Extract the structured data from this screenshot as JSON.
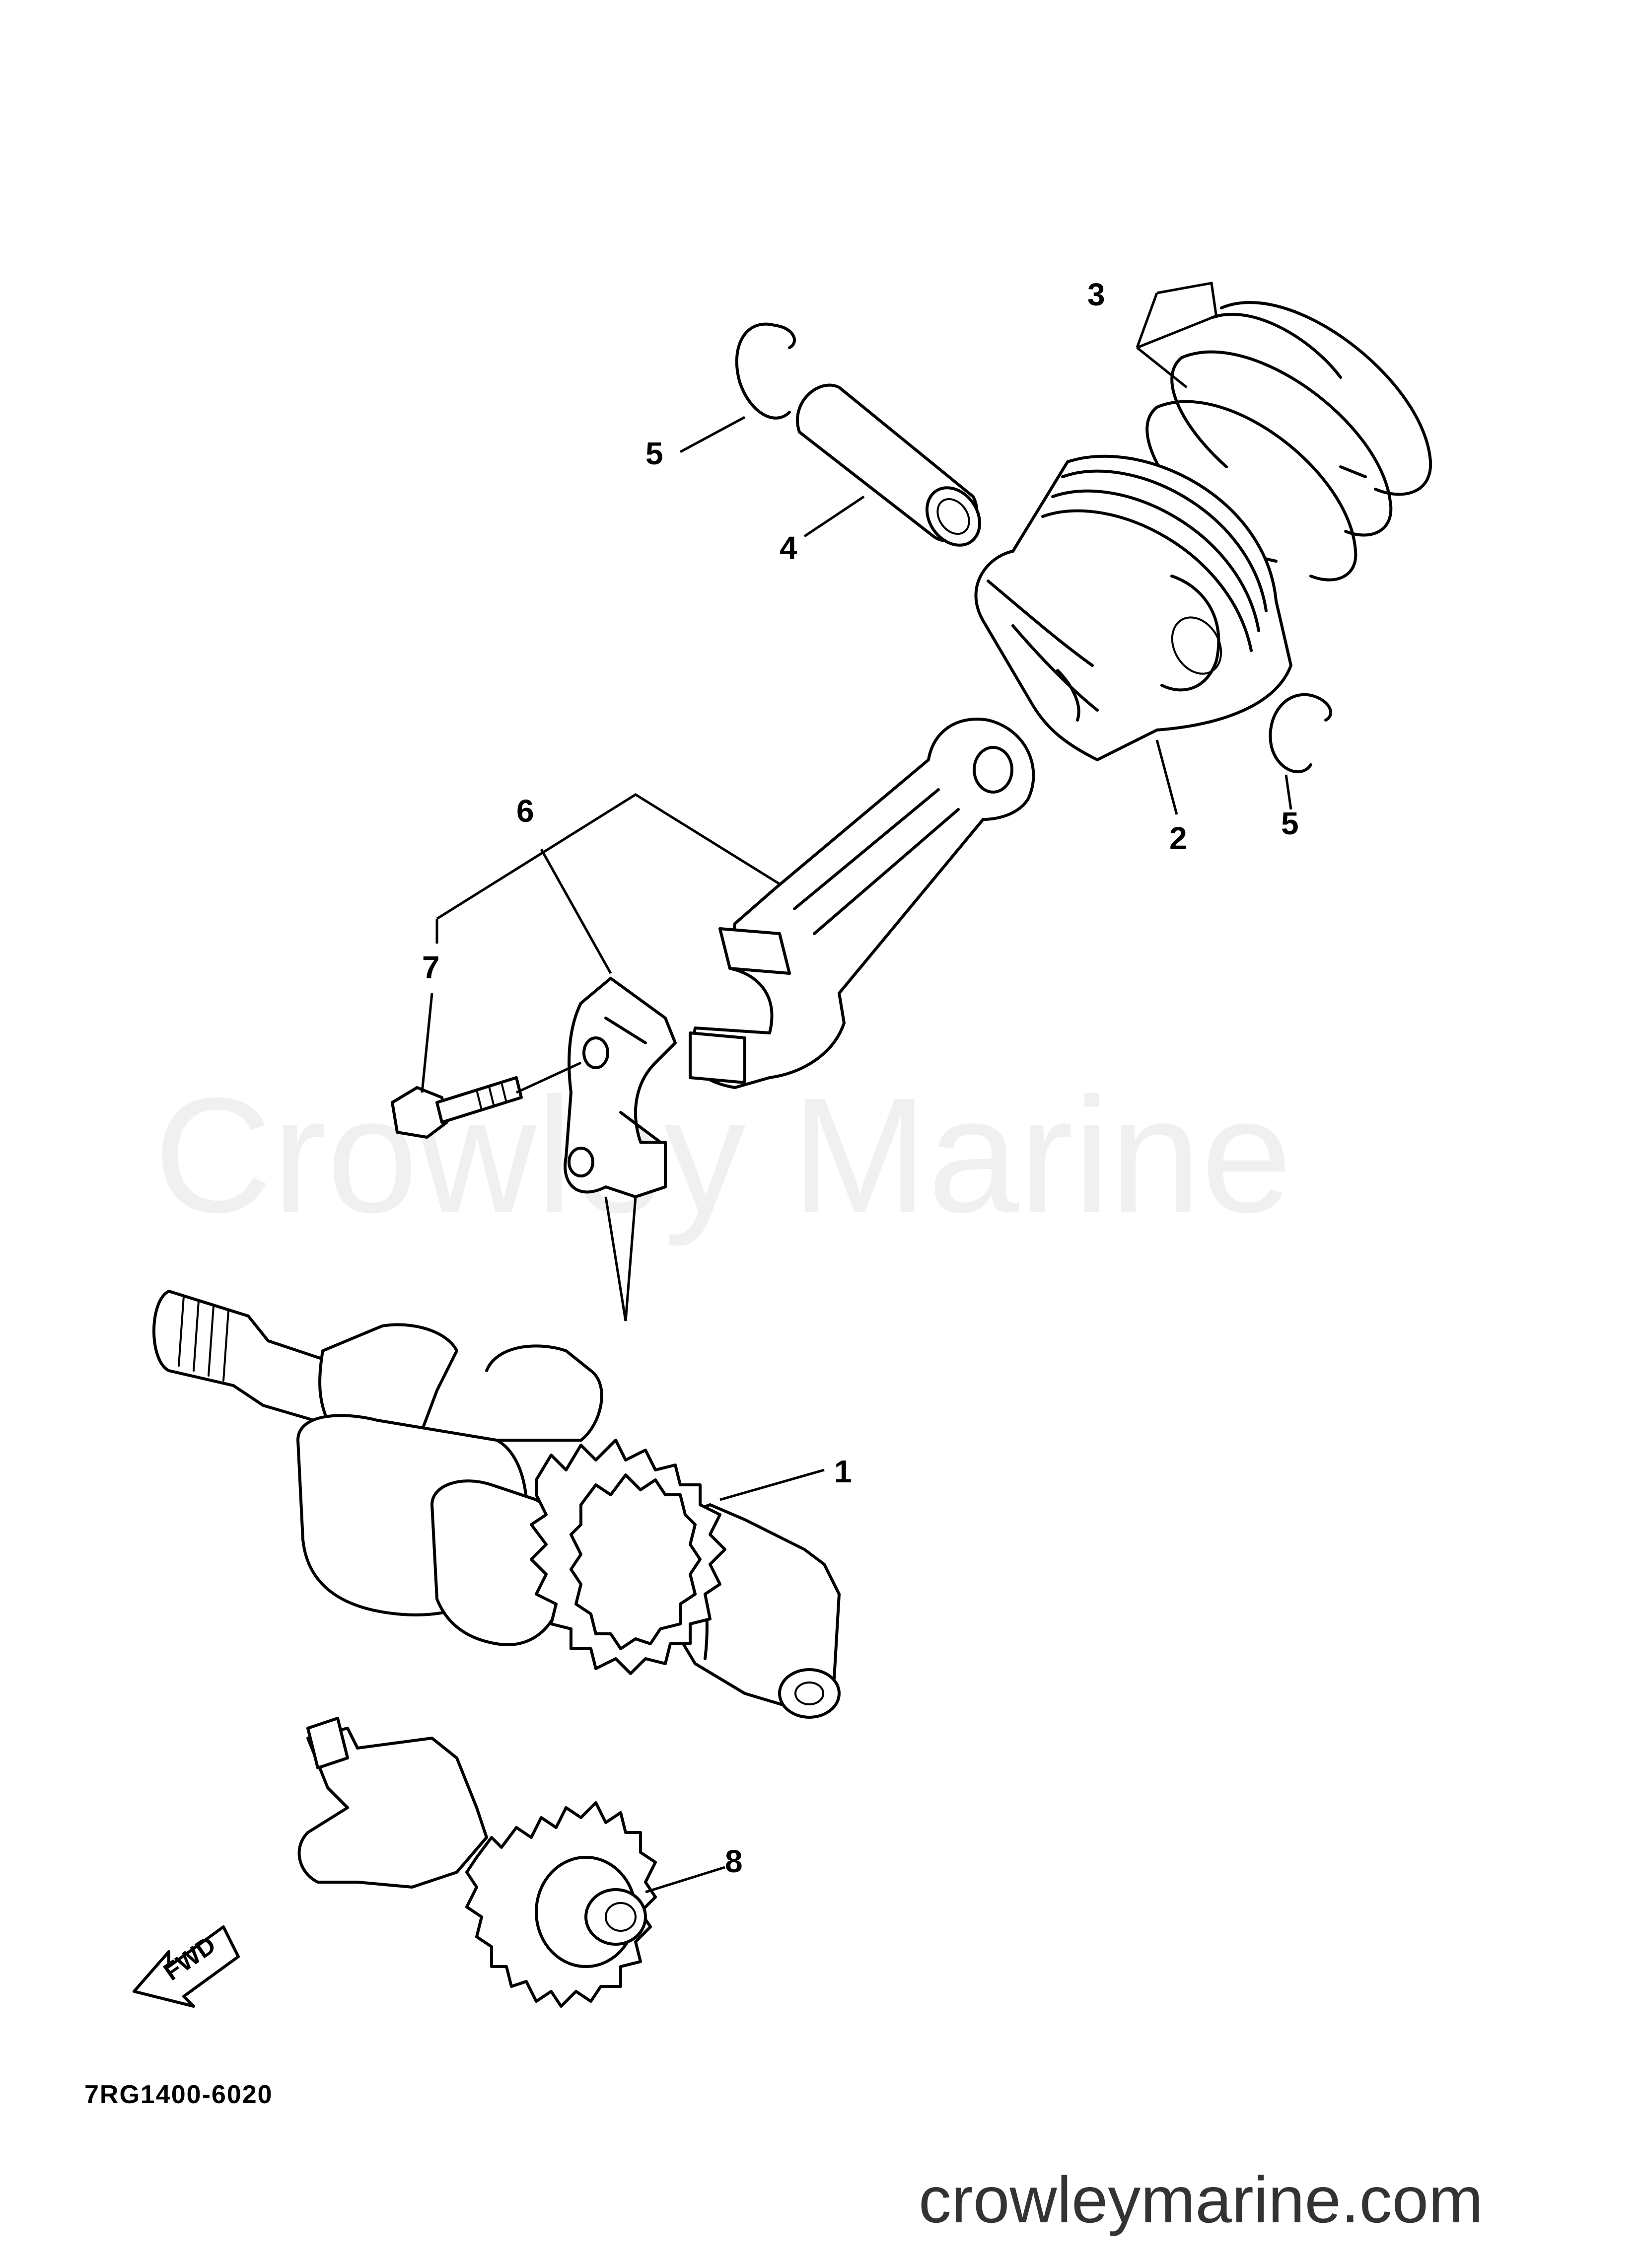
{
  "callouts": [
    {
      "id": "1",
      "label": "1"
    },
    {
      "id": "2",
      "label": "2"
    },
    {
      "id": "3",
      "label": "3"
    },
    {
      "id": "4",
      "label": "4"
    },
    {
      "id": "5a",
      "label": "5"
    },
    {
      "id": "5b",
      "label": "5"
    },
    {
      "id": "6",
      "label": "6"
    },
    {
      "id": "7",
      "label": "7"
    },
    {
      "id": "8",
      "label": "8"
    }
  ],
  "direction_label": "FWD",
  "diagram_code": "7RG1400-6020",
  "watermark": "Crowley Marine",
  "site_url": "crowleymarine.com"
}
